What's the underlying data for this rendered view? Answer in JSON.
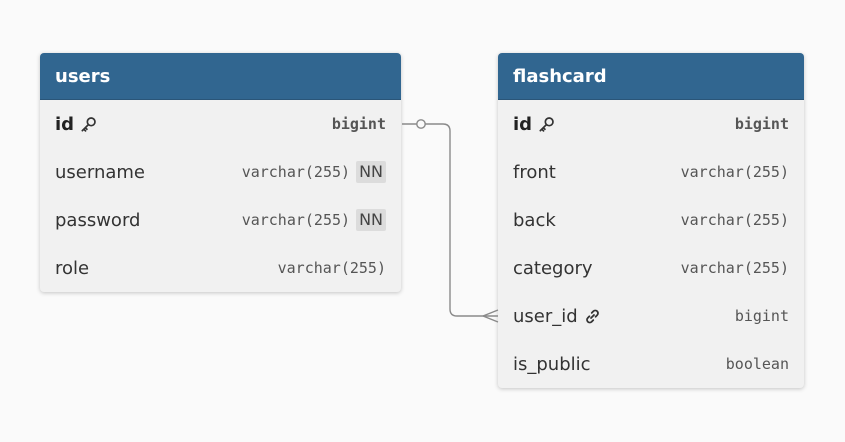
{
  "tables": {
    "users": {
      "title": "users",
      "columns": [
        {
          "name": "id",
          "type": "bigint",
          "pk": true,
          "icon": "key-icon"
        },
        {
          "name": "username",
          "type": "varchar(255)",
          "badge": "NN"
        },
        {
          "name": "password",
          "type": "varchar(255)",
          "badge": "NN"
        },
        {
          "name": "role",
          "type": "varchar(255)"
        }
      ]
    },
    "flashcard": {
      "title": "flashcard",
      "columns": [
        {
          "name": "id",
          "type": "bigint",
          "pk": true,
          "icon": "key-icon"
        },
        {
          "name": "front",
          "type": "varchar(255)"
        },
        {
          "name": "back",
          "type": "varchar(255)"
        },
        {
          "name": "category",
          "type": "varchar(255)"
        },
        {
          "name": "user_id",
          "type": "bigint",
          "icon": "link-icon"
        },
        {
          "name": "is_public",
          "type": "boolean"
        }
      ]
    }
  },
  "relation": {
    "from": "users.id",
    "to": "flashcard.user_id",
    "from_cardinality": "zero-or-one",
    "to_cardinality": "many"
  },
  "colors": {
    "header": "#316690",
    "card": "#f1f1f1",
    "background": "#fafafa",
    "connector": "#8a8a8a"
  }
}
